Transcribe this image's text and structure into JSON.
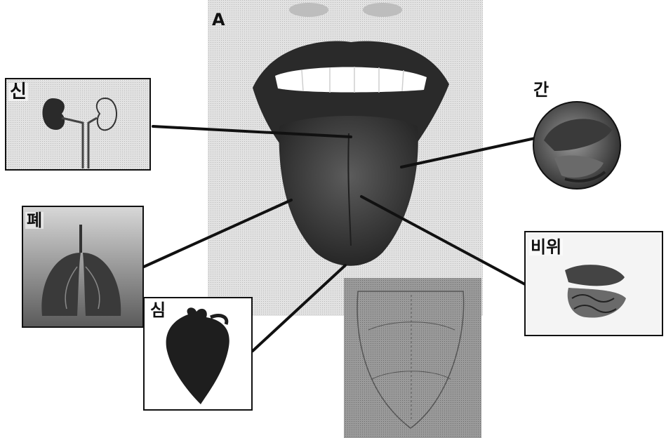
{
  "figure": {
    "label": "A"
  },
  "organs": [
    {
      "id": "kidney",
      "label": "신"
    },
    {
      "id": "liver",
      "label": "간"
    },
    {
      "id": "lung",
      "label": "폐"
    },
    {
      "id": "spleen-stomach",
      "label": "비위"
    },
    {
      "id": "heart",
      "label": "심"
    }
  ],
  "colors": {
    "connector": "#111111",
    "lips": "#2a2a2a",
    "tongue": "#3b3b3b",
    "teeth": "#ffffff",
    "face": "#dcdcdc",
    "tongue_map": "#8f8f8f"
  },
  "icons": [
    "mouth-illustration",
    "tongue-map-illustration",
    "kidney-illustration",
    "liver-illustration",
    "lung-illustration",
    "digestive-illustration",
    "heart-illustration"
  ]
}
